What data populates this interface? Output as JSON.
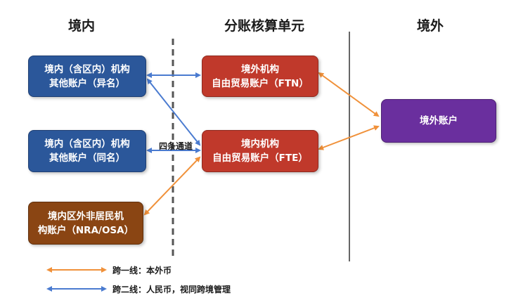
{
  "headers": {
    "domestic": "境内",
    "accounting_unit": "分账核算单元",
    "overseas": "境外"
  },
  "boxes": {
    "domestic_other_diff_name": {
      "line1": "境内（含区内）机构",
      "line2": "其他账户（异名）"
    },
    "domestic_other_same_name": {
      "line1": "境内（含区内）机构",
      "line2": "其他账户（同名）"
    },
    "nra_osa": {
      "line1": "境内区外非居民机",
      "line2": "构账户（NRA/OSA）"
    },
    "ftn": {
      "line1": "境外机构",
      "line2": "自由贸易账户（FTN）"
    },
    "fte": {
      "line1": "境内机构",
      "line2": "自由贸易账户（FTE）"
    },
    "overseas_account": {
      "line1": "境外账户"
    }
  },
  "channel_label": "四条通道",
  "legend": [
    {
      "text": "跨一线：本外币",
      "color": "#f0913a"
    },
    {
      "text": "跨二线：人民币，视同跨境管理",
      "color": "#4a7bd0"
    }
  ],
  "colors": {
    "blue_box": "#2b579a",
    "red_box": "#c0392b",
    "brown_box": "#8a4513",
    "purple_box": "#6a2f9e",
    "orange_arrow": "#f0913a",
    "blue_arrow": "#4a7bd0"
  }
}
